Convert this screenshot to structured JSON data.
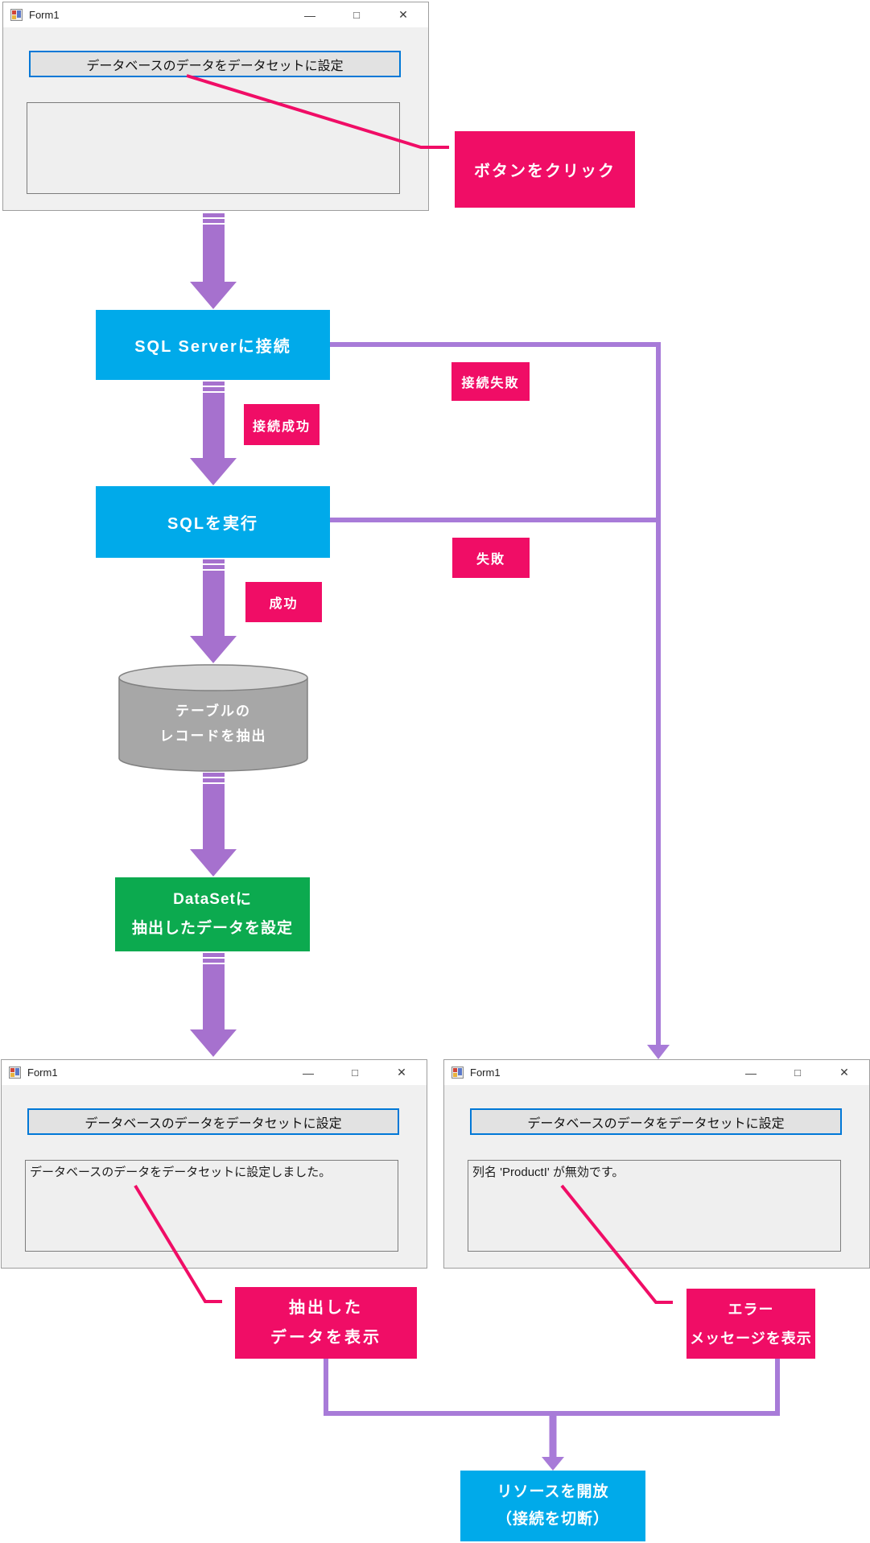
{
  "colors": {
    "pink": "#F00D66",
    "blue": "#00AAEA",
    "green": "#0CAA4F",
    "purple": "#A671CE",
    "purple_line": "#A87BD8",
    "cylinder_body": "#A7A7A7",
    "cylinder_top": "#D5D5D5",
    "button_focus_border": "#0078D7"
  },
  "window": {
    "title": "Form1",
    "button_label": "データベースのデータをデータセットに設定",
    "controls": {
      "minimize": "—",
      "maximize": "□",
      "close": "✕"
    }
  },
  "screens": {
    "initial": {
      "textbox_text": ""
    },
    "success": {
      "textbox_text": "データベースのデータをデータセットに設定しました。"
    },
    "error": {
      "textbox_text": "列名 'ProductI' が無効です。"
    }
  },
  "flow": {
    "click_callout": "ボタンをクリック",
    "connect_box": "SQL Serverに接続",
    "connect_success": "接続成功",
    "connect_fail": "接続失敗",
    "execute_box": "SQLを実行",
    "success": "成功",
    "fail": "失敗",
    "extract": {
      "line1": "テーブルの",
      "line2": "レコードを抽出"
    },
    "dataset": {
      "line1": "DataSetに",
      "line2": "抽出したデータを設定"
    },
    "show_data": {
      "line1": "抽出した",
      "line2": "データを表示"
    },
    "show_error": {
      "line1": "エラー",
      "line2": "メッセージを表示"
    },
    "release": {
      "line1": "リソースを開放",
      "line2": "（接続を切断）"
    }
  }
}
